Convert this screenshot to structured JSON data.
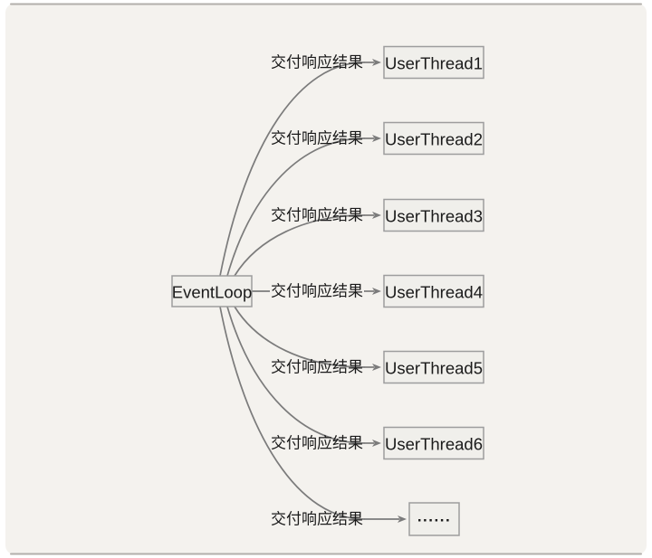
{
  "page": {
    "background": "#ffffff"
  },
  "canvas": {
    "background": "#f4f2ee",
    "frame_line_color": "#b2afab"
  },
  "diagram": {
    "line_color": "#7b7b7b",
    "box_fill": "#f0efeb",
    "box_border": "#9d9d9d",
    "text_color": "#1a1a1a",
    "source": {
      "label": "EventLoop"
    },
    "edge_label": "交付响应结果",
    "targets": [
      {
        "label": "UserThread1"
      },
      {
        "label": "UserThread2"
      },
      {
        "label": "UserThread3"
      },
      {
        "label": "UserThread4"
      },
      {
        "label": "UserThread5"
      },
      {
        "label": "UserThread6"
      },
      {
        "label": "......"
      }
    ]
  }
}
